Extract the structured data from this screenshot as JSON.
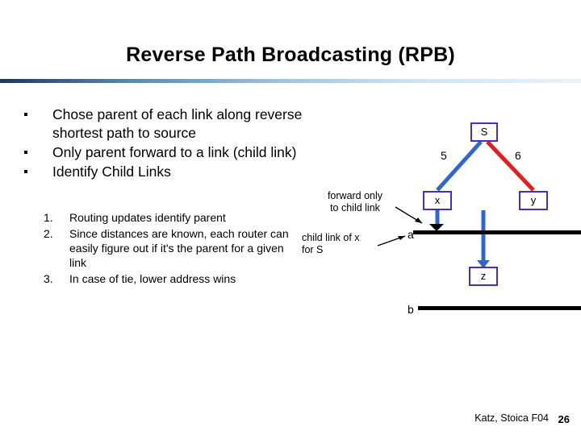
{
  "slide": {
    "title": "Reverse Path Broadcasting (RPB)",
    "bullets": [
      "Chose parent of each link along reverse shortest path to source",
      "Only parent forward to a link (child link)",
      "Identify Child Links"
    ],
    "numbered": [
      {
        "num": "1.",
        "text": "Routing updates identify parent"
      },
      {
        "num": "2.",
        "text": "Since distances are known, each router can easily figure out if it's the parent for a given link"
      },
      {
        "num": "3.",
        "text": "In case of tie, lower address wins"
      }
    ],
    "diagram": {
      "nodes": [
        {
          "id": "S",
          "label": "S"
        },
        {
          "id": "x",
          "label": "x"
        },
        {
          "id": "y",
          "label": "y"
        },
        {
          "id": "z",
          "label": "z"
        }
      ],
      "edge_labels": [
        {
          "id": "cost-5",
          "label": "5"
        },
        {
          "id": "cost-6",
          "label": "6"
        }
      ],
      "link_labels": [
        {
          "id": "link-a",
          "label": "a"
        },
        {
          "id": "link-b",
          "label": "b"
        }
      ],
      "annotations": [
        {
          "id": "forward-only",
          "line1": "forward only",
          "line2": "to child link"
        },
        {
          "id": "child-link-of-x",
          "line1": "child link of x",
          "line2": "for S"
        }
      ],
      "colors": {
        "node_border": "#3f2fd0",
        "edge_blue": "#2f66d0",
        "edge_red": "#e02020",
        "link_black": "#000000"
      }
    },
    "footer": {
      "credit": "Katz, Stoica F04",
      "page": "26"
    }
  }
}
